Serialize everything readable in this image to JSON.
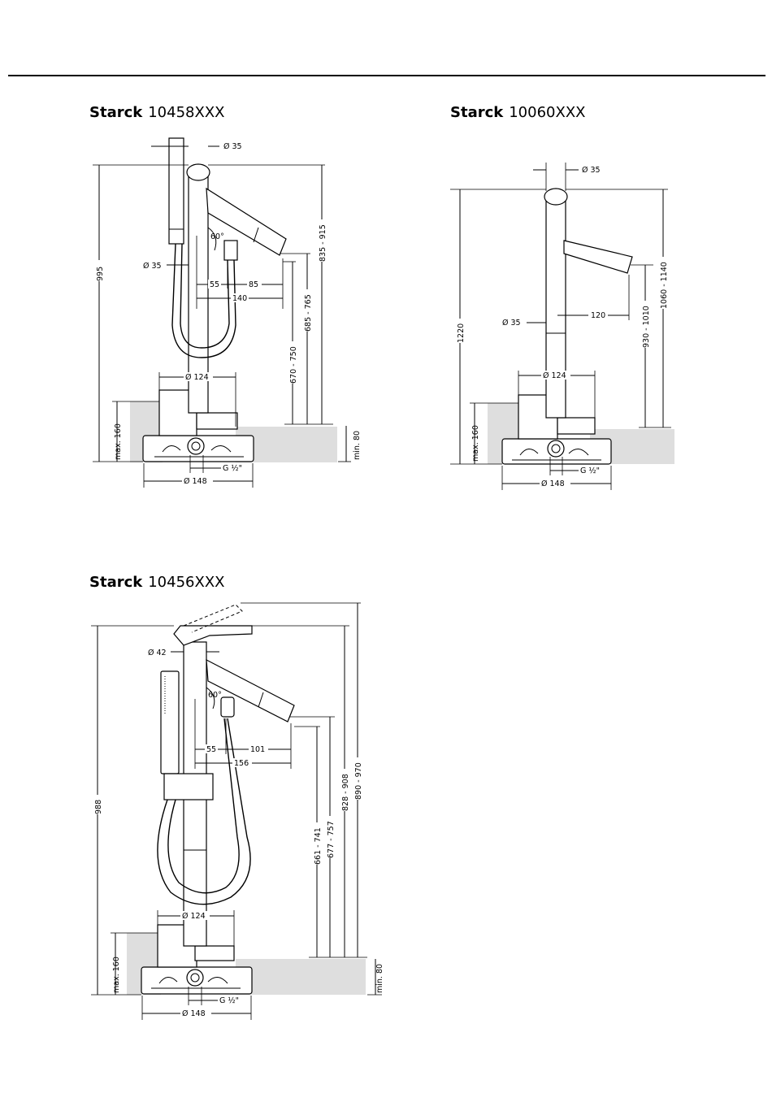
{
  "drawings": [
    {
      "brand": "Starck",
      "model": "10458XXX",
      "dims": {
        "d35_top": "Ø 35",
        "d35_side": "Ø 35",
        "angle": "60°",
        "d55": "55",
        "d85": "85",
        "d140": "140",
        "d124": "Ø 124",
        "d148": "Ø 148",
        "g12": "G ½\"",
        "h995": "995",
        "h670": "670 - 750",
        "h685": "685 - 765",
        "h835": "835 - 915",
        "max160": "max. 160",
        "min80": "min. 80"
      }
    },
    {
      "brand": "Starck",
      "model": "10060XXX",
      "dims": {
        "d35_top": "Ø 35",
        "d35_side": "Ø 35",
        "d120": "120",
        "d124": "Ø 124",
        "d148": "Ø 148",
        "g12": "G ½\"",
        "h1220": "1220",
        "h930": "930 - 1010",
        "h1060": "1060 - 1140",
        "max160": "max. 160"
      }
    },
    {
      "brand": "Starck",
      "model": "10456XXX",
      "dims": {
        "d42": "Ø 42",
        "angle": "60°",
        "d55": "55",
        "d101": "101",
        "d156": "156",
        "d124": "Ø 124",
        "d148": "Ø 148",
        "g12": "G ½\"",
        "h988": "988",
        "h661": "661 - 741",
        "h677": "677 - 757",
        "h828": "828 - 908",
        "h890": "890 - 970",
        "max160": "max. 160",
        "min80": "min. 80"
      }
    }
  ]
}
